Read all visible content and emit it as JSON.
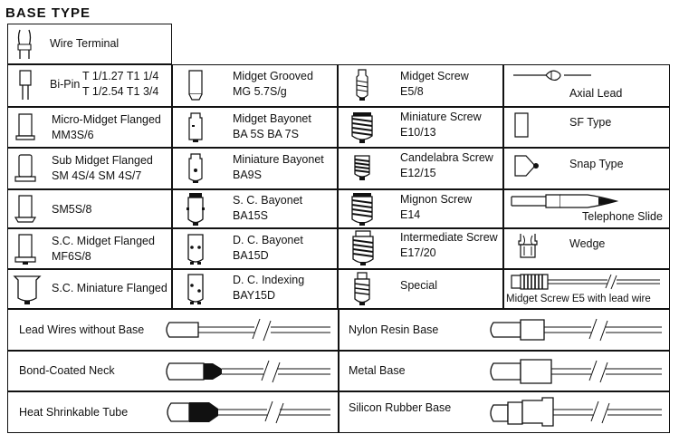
{
  "heading": "BASE TYPE",
  "cells": {
    "wire_terminal": "Wire Terminal",
    "bipin": {
      "name": "Bi-Pin",
      "line1": "T 1/1.27   T1 1/4",
      "line2": "T 1/2.54   T1 3/4"
    },
    "micro_midget_flanged": {
      "name": "Micro-Midget Flanged",
      "code": "MM3S/6"
    },
    "sub_midget_flanged": {
      "name": "Sub Midget Flanged",
      "code": "SM 4S/4    SM 4S/7"
    },
    "sm5s8": "SM5S/8",
    "sc_midget_flanged": {
      "name": "S.C. Midget Flanged",
      "code": "MF6S/8"
    },
    "sc_miniature_flanged": "S.C. Miniature Flanged",
    "midget_grooved": {
      "name": "Midget Grooved",
      "code": "MG 5.7S/g"
    },
    "midget_bayonet": {
      "name": "Midget Bayonet",
      "code": "BA 5S     BA 7S"
    },
    "miniature_bayonet": {
      "name": "Miniature Bayonet",
      "code": "BA9S"
    },
    "sc_bayonet": {
      "name": "S. C. Bayonet",
      "code": "BA15S"
    },
    "dc_bayonet": {
      "name": "D. C. Bayonet",
      "code": "BA15D"
    },
    "dc_indexing": {
      "name": "D. C. Indexing",
      "code": "BAY15D"
    },
    "midget_screw": {
      "name": "Midget Screw",
      "code": "E5/8"
    },
    "miniature_screw": {
      "name": "Miniature Screw",
      "code": "E10/13"
    },
    "candelabra_screw": {
      "name": "Candelabra Screw",
      "code": "E12/15"
    },
    "mignon_screw": {
      "name": "Mignon Screw",
      "code": "E14"
    },
    "intermediate_screw": {
      "name": "Intermediate Screw",
      "code": "E17/20"
    },
    "special": "Special",
    "axial_lead": "Axial Lead",
    "sf_type": "SF Type",
    "snap_type": "Snap Type",
    "telephone_slide": "Telephone Slide",
    "wedge": "Wedge",
    "midget_screw_e5_lead": "Midget Screw E5 with lead wire",
    "lead_wires_without_base": "Lead Wires without Base",
    "bond_coated_neck": "Bond-Coated Neck",
    "heat_shrinkable_tube": "Heat Shrinkable Tube",
    "nylon_resin_base": "Nylon Resin Base",
    "metal_base": "Metal Base",
    "silicon_rubber_base": "Silicon Rubber Base"
  }
}
